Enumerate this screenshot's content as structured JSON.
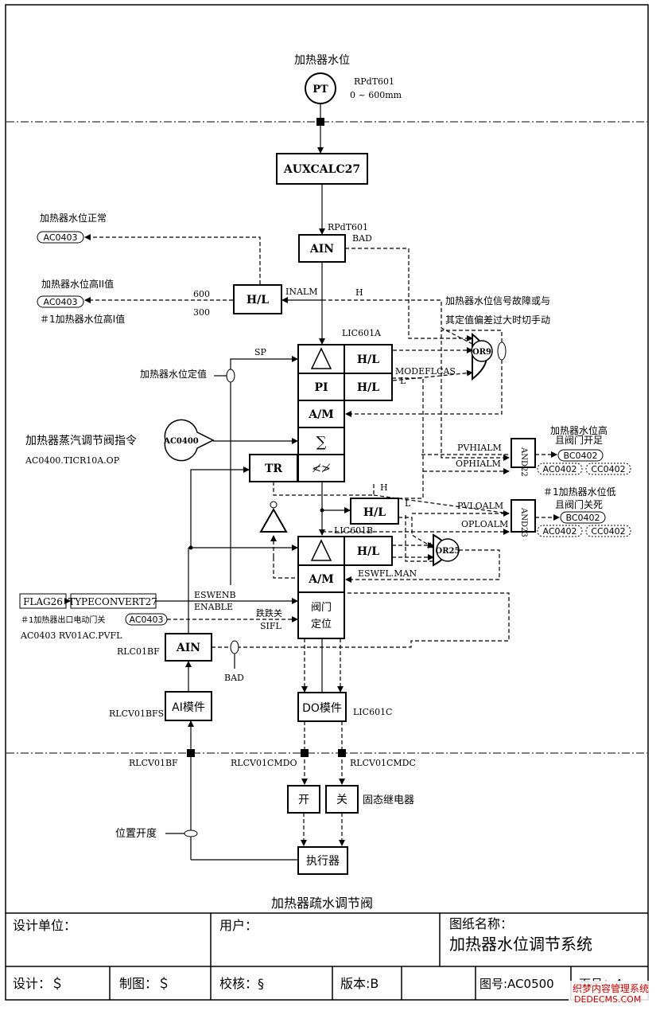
{
  "colors": {
    "line": "#000000",
    "background": "#ffffff",
    "watermark": "#cc0000"
  },
  "sensor": {
    "title": "加热器水位",
    "symbol": "PT",
    "tag": "RPdT601",
    "range": "0 ~ 600mm"
  },
  "blocks": {
    "auxcalc": "AUXCALC27",
    "ain_top": "AIN",
    "ain_top_tag": "RPdT601",
    "ain_top_bad": "BAD",
    "hl_left": "H/L",
    "hl_left_hi": "600",
    "hl_left_lo": "300",
    "inalm": "INALM",
    "h_label": "H",
    "lic601a": "LIC601A",
    "triangle_hl": "H/L",
    "pi": "PI",
    "pi_hl": "H/L",
    "am": "A/M",
    "sum": "∑",
    "limit": "≮≯",
    "tr": "TR",
    "hl_mid": "H/L",
    "hl_mid_h": "H",
    "hl_mid_l": "L",
    "lic601b": "LIC601B",
    "b_hl": "H/L",
    "b_am": "A/M",
    "valve_pos": "阀门",
    "valve_pos2": "定位",
    "ain_bottom": "AIN",
    "ain_bottom_tag": "RLC01BF",
    "bad_bottom": "BAD",
    "ai_module": "AI模件",
    "ai_module_tag": "RLCV01BFS",
    "do_module": "DO模件",
    "do_module_tag": "LIC601C",
    "sp": "SP",
    "modeflcas": "MODEFLCAS",
    "modeflcas_l": "L",
    "eswflman": "ESWFL.MAN",
    "eswenb": "ESWENB",
    "enable": "ENABLE",
    "sifl": "SIFL",
    "sifl_cn": "跌跌关",
    "or9": "OR9",
    "or25": "OR25",
    "and22": "AND22",
    "and23": "AND23",
    "pvhialm": "PVHIALM",
    "ophialm": "OPHIALM",
    "pvloalm": "PVLOALM",
    "oploalm": "OPLOALM"
  },
  "labels": {
    "level_normal": "加热器水位正常",
    "level_high2": "加热器水位高II值",
    "level_high1": "＃1加热器水位高I值",
    "fault": "加热器水位信号故障或与",
    "fault2": "其定值偏差过大时切手动",
    "setpoint": "加热器水位定值",
    "steam_cmd": "加热器蒸汽调节阀指令",
    "steam_tag": "AC0400.TICR10A.OP",
    "hi_close": "加热器水位高",
    "hi_close2": "且阀门开足",
    "lo_close": "＃1加热器水位低",
    "lo_close2": "且阀门关死",
    "flag": "FLAG26",
    "typeconv": "TYPECONVERT27",
    "outlet_motor": "＃1加热器出口电动门关",
    "rv_tag": "AC0403 RV01AC.PVFL",
    "rlcv01bf": "RLCV01BF",
    "cmdo": "RLCV01CMDO",
    "cmdc": "RLCV01CMDC",
    "open": "开",
    "close": "关",
    "relay": "固态继电器",
    "position": "位置开度",
    "actuator": "执行器",
    "bottom_title": "加热器疏水调节阀"
  },
  "refs": {
    "ac0403_a": "AC0403",
    "ac0403_b": "AC0403",
    "ac0403_c": "AC0403",
    "ac0400": "AC0400",
    "bc0402_a": "BC0402",
    "ac0402_a": "AC0402",
    "cc0402_a": "CC0402",
    "bc0402_b": "BC0402",
    "ac0402_b": "AC0402",
    "cc0402_b": "CC0402"
  },
  "title_block": {
    "design_unit": "设计单位：",
    "user": "用户：",
    "drawing_name_label": "图纸名称：",
    "drawing_name": "加热器水位调节系统",
    "design": "设计：＄",
    "draw": "制图：＄",
    "check": "校核：§",
    "version": "版本:B",
    "drawing_no": "图号:AC0500",
    "page": "页号：4"
  },
  "watermark": {
    "line1": "织梦内容管理系统",
    "line2": "DEDECMS.COM"
  }
}
